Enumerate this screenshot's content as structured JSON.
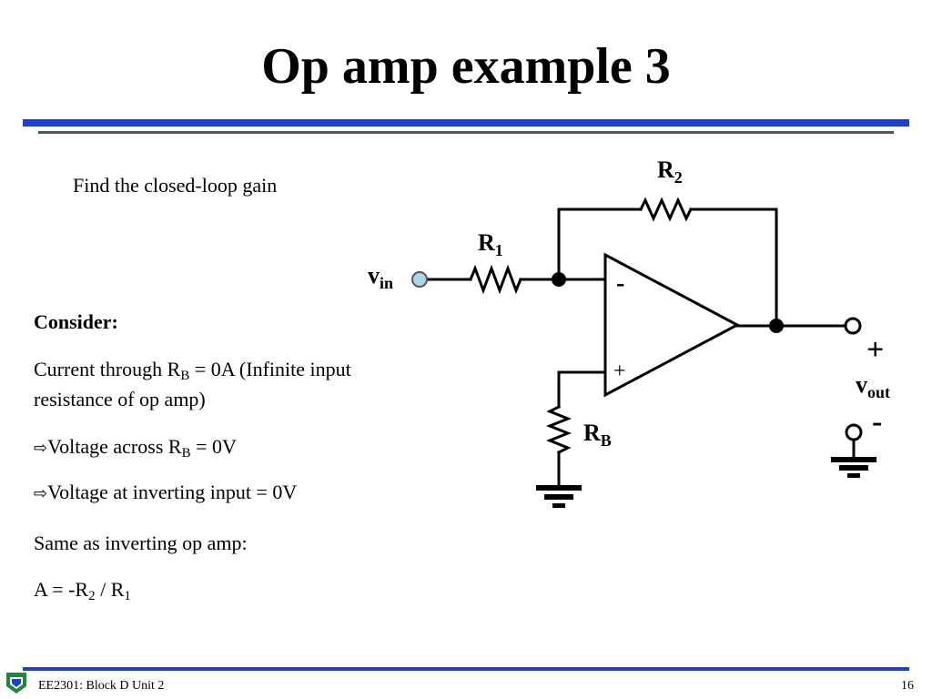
{
  "slide": {
    "title": "Op amp example 3",
    "prompt": "Find the closed-loop gain",
    "consider_heading": "Consider:",
    "current_prefix": "Current through R",
    "current_sub": "B",
    "current_suffix": " = 0A (Infinite input",
    "current_line2": "resistance of op amp)",
    "arrow_glyph": "⇨",
    "voltage_across_prefix": "Voltage across R",
    "voltage_across_sub": "B",
    "voltage_across_suffix": " = 0V",
    "voltage_inverting": "Voltage at inverting input = 0V",
    "same_as": "Same as inverting op amp:",
    "gain_prefix": "A = -R",
    "gain_sub1": "2",
    "gain_mid": " / R",
    "gain_sub2": "1"
  },
  "circuit": {
    "r2_main": "R",
    "r2_sub": "2",
    "r1_main": "R",
    "r1_sub": "1",
    "rb_main": "R",
    "rb_sub": "B",
    "vin_main": "v",
    "vin_sub": "in",
    "vout_main": "v",
    "vout_sub": "out",
    "minus_input": "-",
    "plus_input": "+",
    "out_plus": "+",
    "out_minus": "-",
    "input_terminal_color": "#a8d8e8"
  },
  "footer": {
    "course": "EE2301: Block D Unit 2",
    "page": "16"
  }
}
